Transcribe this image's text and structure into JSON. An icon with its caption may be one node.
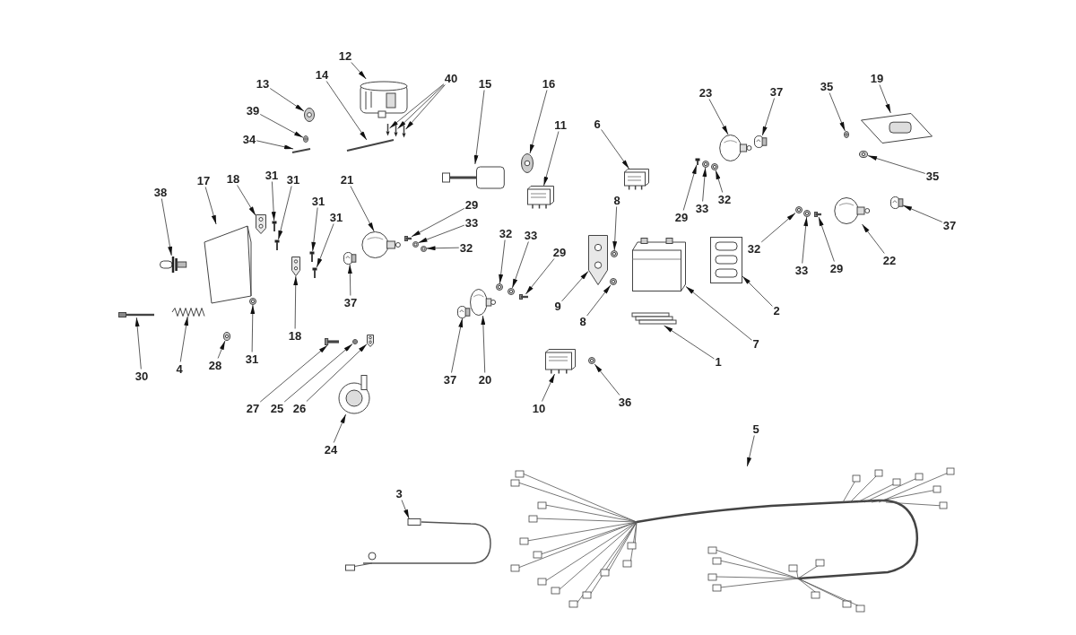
{
  "diagram": {
    "nodes": [
      {
        "text": [
          "12"
        ]
      },
      {
        "text": [],
        "shape": "picture"
      },
      {
        "text": [
          "40"
        ]
      },
      {
        "text": [],
        "shape": "picture"
      },
      {
        "text": [],
        "shape": "picture"
      },
      {
        "text": [],
        "shape": "picture"
      },
      {
        "text": [
          "13"
        ]
      },
      {
        "text": [],
        "shape": "picture"
      },
      {
        "text": [
          "39"
        ]
      },
      {
        "text": [],
        "shape": "picture"
      },
      {
        "text": [
          "34"
        ]
      },
      {
        "text": [],
        "shape": "picture"
      },
      {
        "text": [
          "14"
        ]
      },
      {
        "text": [],
        "shape": "picture"
      },
      {
        "text": [
          "15"
        ]
      },
      {
        "text": [],
        "shape": "picture"
      },
      {
        "text": [
          "16"
        ]
      },
      {
        "text": [],
        "shape": "picture"
      },
      {
        "text": [
          "11"
        ]
      },
      {
        "text": [],
        "shape": "picture"
      },
      {
        "text": [
          "6"
        ]
      },
      {
        "text": [],
        "shape": "picture"
      },
      {
        "text": [
          "23"
        ]
      },
      {
        "text": [],
        "shape": "picture"
      },
      {
        "text": [
          "37"
        ]
      },
      {
        "text": [],
        "shape": "picture"
      },
      {
        "text": [
          "35"
        ]
      },
      {
        "text": [],
        "shape": "picture"
      },
      {
        "text": [
          "19"
        ]
      },
      {
        "text": [],
        "shape": "picture"
      },
      {
        "text": [
          "35"
        ]
      },
      {
        "text": [],
        "shape": "picture"
      },
      {
        "text": [
          "38"
        ]
      },
      {
        "text": [],
        "shape": "picture"
      },
      {
        "text": [
          "17"
        ]
      },
      {
        "text": [],
        "shape": "picture"
      },
      {
        "text": [
          "18"
        ]
      },
      {
        "text": [],
        "shape": "picture"
      },
      {
        "text": [
          "31"
        ]
      },
      {
        "text": [],
        "shape": "picture"
      },
      {
        "text": [
          "31"
        ]
      },
      {
        "text": [],
        "shape": "picture"
      },
      {
        "text": [
          "31"
        ]
      },
      {
        "text": [],
        "shape": "picture"
      },
      {
        "text": [
          "31"
        ]
      },
      {
        "text": [],
        "shape": "picture"
      },
      {
        "text": [
          "21"
        ]
      },
      {
        "text": [],
        "shape": "picture"
      },
      {
        "text": [
          "29"
        ]
      },
      {
        "text": [],
        "shape": "picture"
      },
      {
        "text": [
          "33"
        ]
      },
      {
        "text": [],
        "shape": "picture"
      },
      {
        "text": [
          "32"
        ]
      },
      {
        "text": [],
        "shape": "picture"
      },
      {
        "text": [
          "37"
        ]
      },
      {
        "text": [],
        "shape": "picture"
      },
      {
        "text": [
          "18"
        ]
      },
      {
        "text": [],
        "shape": "picture"
      },
      {
        "text": [
          "30"
        ]
      },
      {
        "text": [],
        "shape": "picture"
      },
      {
        "text": [
          "4"
        ]
      },
      {
        "text": [],
        "shape": "picture"
      },
      {
        "text": [
          "28"
        ]
      },
      {
        "text": [],
        "shape": "picture"
      },
      {
        "text": [
          "31"
        ]
      },
      {
        "text": [],
        "shape": "picture"
      },
      {
        "text": [
          "27"
        ]
      },
      {
        "text": [],
        "shape": "picture"
      },
      {
        "text": [
          "25"
        ]
      },
      {
        "text": [],
        "shape": "picture"
      },
      {
        "text": [
          "26"
        ]
      },
      {
        "text": [],
        "shape": "picture"
      },
      {
        "text": [
          "24"
        ]
      },
      {
        "text": [],
        "shape": "picture"
      },
      {
        "text": [
          "32"
        ]
      },
      {
        "text": [],
        "shape": "picture"
      },
      {
        "text": [
          "33"
        ]
      },
      {
        "text": [],
        "shape": "picture"
      },
      {
        "text": [
          "29"
        ]
      },
      {
        "text": [],
        "shape": "picture"
      },
      {
        "text": [
          "37"
        ]
      },
      {
        "text": [],
        "shape": "picture"
      },
      {
        "text": [
          "20"
        ]
      },
      {
        "text": [],
        "shape": "picture"
      },
      {
        "text": [
          "9"
        ]
      },
      {
        "text": [],
        "shape": "picture"
      },
      {
        "text": [
          "8"
        ]
      },
      {
        "text": [],
        "shape": "picture"
      },
      {
        "text": [
          "8"
        ]
      },
      {
        "text": [],
        "shape": "picture"
      },
      {
        "text": [
          "7"
        ]
      },
      {
        "text": [],
        "shape": "picture"
      },
      {
        "text": [
          "2"
        ]
      },
      {
        "text": [],
        "shape": "picture"
      },
      {
        "text": [
          "1"
        ]
      },
      {
        "text": [],
        "shape": "picture"
      },
      {
        "text": [
          "10"
        ]
      },
      {
        "text": [],
        "shape": "picture"
      },
      {
        "text": [
          "36"
        ]
      },
      {
        "text": [],
        "shape": "picture"
      },
      {
        "text": [
          "29"
        ]
      },
      {
        "text": [],
        "shape": "picture"
      },
      {
        "text": [
          "33"
        ]
      },
      {
        "text": [],
        "shape": "picture"
      },
      {
        "text": [
          "32"
        ]
      },
      {
        "text": [],
        "shape": "picture"
      },
      {
        "text": [
          "32"
        ]
      },
      {
        "text": [],
        "shape": "picture"
      },
      {
        "text": [
          "33"
        ]
      },
      {
        "text": [],
        "shape": "picture"
      },
      {
        "text": [
          "29"
        ]
      },
      {
        "text": [],
        "shape": "picture"
      },
      {
        "text": [
          "22"
        ]
      },
      {
        "text": [],
        "shape": "picture"
      },
      {
        "text": [
          "37"
        ]
      },
      {
        "text": [],
        "shape": "picture"
      },
      {
        "text": [
          "5"
        ]
      },
      {
        "text": [],
        "shape": "picture"
      },
      {
        "text": [
          "3"
        ]
      },
      {
        "text": [],
        "shape": "picture"
      }
    ],
    "edges": [
      {
        "from": 0,
        "to": 1,
        "arrow": "to"
      },
      {
        "from": 2,
        "to": 3,
        "arrow": "to"
      },
      {
        "from": 2,
        "to": 4,
        "arrow": "to"
      },
      {
        "from": 2,
        "to": 5,
        "arrow": "to"
      },
      {
        "from": 6,
        "to": 7,
        "arrow": "to"
      },
      {
        "from": 8,
        "to": 9,
        "arrow": "to"
      },
      {
        "from": 10,
        "to": 11,
        "arrow": "to"
      },
      {
        "from": 12,
        "to": 13,
        "arrow": "to"
      },
      {
        "from": 14,
        "to": 15,
        "arrow": "to"
      },
      {
        "from": 16,
        "to": 17,
        "arrow": "to"
      },
      {
        "from": 18,
        "to": 19,
        "arrow": "to"
      },
      {
        "from": 20,
        "to": 21,
        "arrow": "to"
      },
      {
        "from": 22,
        "to": 23,
        "arrow": "to"
      },
      {
        "from": 24,
        "to": 25,
        "arrow": "to"
      },
      {
        "from": 26,
        "to": 27,
        "arrow": "to"
      },
      {
        "from": 28,
        "to": 29,
        "arrow": "to"
      },
      {
        "from": 30,
        "to": 31,
        "arrow": "to"
      },
      {
        "from": 32,
        "to": 33,
        "arrow": "to"
      },
      {
        "from": 34,
        "to": 35,
        "arrow": "to"
      },
      {
        "from": 36,
        "to": 37,
        "arrow": "to"
      },
      {
        "from": 38,
        "to": 39,
        "arrow": "to"
      },
      {
        "from": 40,
        "to": 41,
        "arrow": "to"
      },
      {
        "from": 42,
        "to": 43,
        "arrow": "to"
      },
      {
        "from": 44,
        "to": 45,
        "arrow": "to"
      },
      {
        "from": 46,
        "to": 47,
        "arrow": "to"
      },
      {
        "from": 48,
        "to": 49,
        "arrow": "to"
      },
      {
        "from": 50,
        "to": 51,
        "arrow": "to"
      },
      {
        "from": 52,
        "to": 53,
        "arrow": "to"
      },
      {
        "from": 54,
        "to": 55,
        "arrow": "to"
      },
      {
        "from": 56,
        "to": 57,
        "arrow": "to"
      },
      {
        "from": 58,
        "to": 59,
        "arrow": "to"
      },
      {
        "from": 60,
        "to": 61,
        "arrow": "to"
      },
      {
        "from": 62,
        "to": 63,
        "arrow": "to"
      },
      {
        "from": 64,
        "to": 65,
        "arrow": "to"
      },
      {
        "from": 66,
        "to": 67,
        "arrow": "to"
      },
      {
        "from": 68,
        "to": 69,
        "arrow": "to"
      },
      {
        "from": 70,
        "to": 71,
        "arrow": "to"
      },
      {
        "from": 72,
        "to": 73,
        "arrow": "to"
      },
      {
        "from": 74,
        "to": 75,
        "arrow": "to"
      },
      {
        "from": 76,
        "to": 77,
        "arrow": "to"
      },
      {
        "from": 78,
        "to": 79,
        "arrow": "to"
      },
      {
        "from": 80,
        "to": 81,
        "arrow": "to"
      },
      {
        "from": 82,
        "to": 83,
        "arrow": "to"
      },
      {
        "from": 84,
        "to": 85,
        "arrow": "to"
      },
      {
        "from": 86,
        "to": 87,
        "arrow": "to"
      },
      {
        "from": 88,
        "to": 89,
        "arrow": "to"
      },
      {
        "from": 90,
        "to": 91,
        "arrow": "to"
      },
      {
        "from": 92,
        "to": 93,
        "arrow": "to"
      },
      {
        "from": 94,
        "to": 95,
        "arrow": "to"
      },
      {
        "from": 96,
        "to": 97,
        "arrow": "to"
      },
      {
        "from": 98,
        "to": 99,
        "arrow": "to"
      },
      {
        "from": 100,
        "to": 101,
        "arrow": "to"
      },
      {
        "from": 102,
        "to": 103,
        "arrow": "to"
      },
      {
        "from": 104,
        "to": 105,
        "arrow": "to"
      },
      {
        "from": 106,
        "to": 107,
        "arrow": "to"
      },
      {
        "from": 108,
        "to": 109,
        "arrow": "to"
      },
      {
        "from": 110,
        "to": 111,
        "arrow": "to"
      },
      {
        "from": 112,
        "to": 113,
        "arrow": "to"
      },
      {
        "from": 114,
        "to": 115,
        "arrow": "to"
      },
      {
        "from": 116,
        "to": 117,
        "arrow": "to"
      },
      {
        "from": 118,
        "to": 119,
        "arrow": "to"
      }
    ]
  }
}
